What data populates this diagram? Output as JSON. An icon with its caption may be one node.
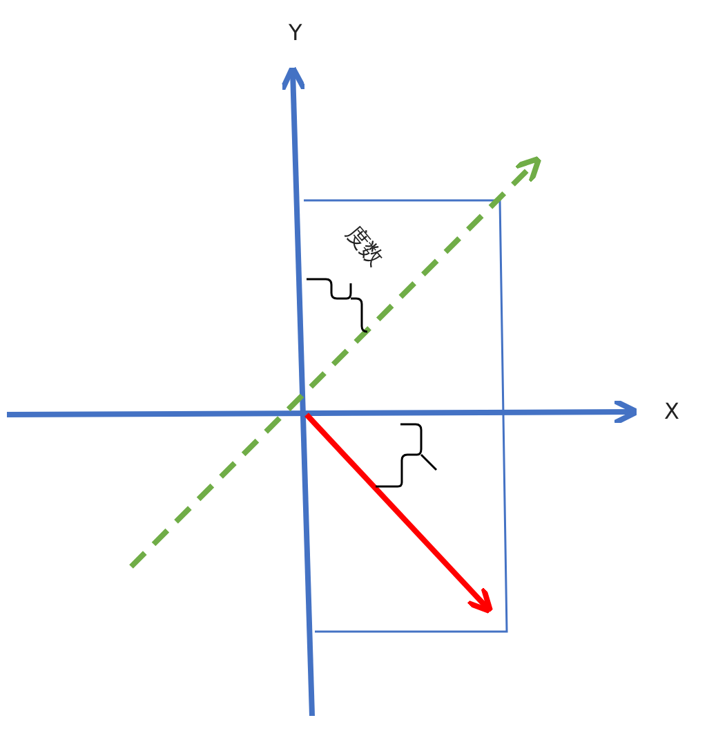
{
  "diagram": {
    "labels": [
      "Y",
      "X",
      "度数"
    ]
  }
}
